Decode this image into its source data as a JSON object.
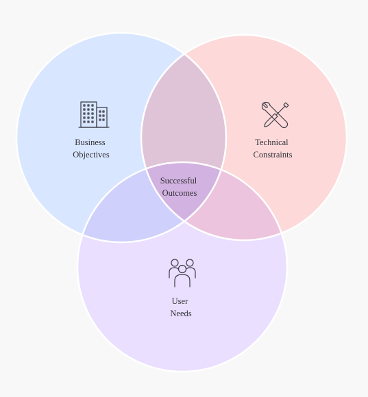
{
  "diagram": {
    "circles": [
      {
        "id": "business",
        "lines": [
          "Business",
          "Objectives"
        ],
        "icon": "building-icon",
        "color": "#d8e6ff"
      },
      {
        "id": "technical",
        "lines": [
          "Technical",
          "Constraints"
        ],
        "icon": "wrench-screwdriver-icon",
        "color": "#fdd9d9"
      },
      {
        "id": "user",
        "lines": [
          "User",
          "Needs"
        ],
        "icon": "users-icon",
        "color": "#eadfff"
      }
    ],
    "overlaps": {
      "business_technical": "#dfc4d8",
      "business_user": "#cfd0fc",
      "technical_user": "#ecc4dd",
      "center": "#d2b2e0"
    },
    "center_label": [
      "Successful",
      "Outcomes"
    ],
    "stroke_color": "#ffffff"
  }
}
